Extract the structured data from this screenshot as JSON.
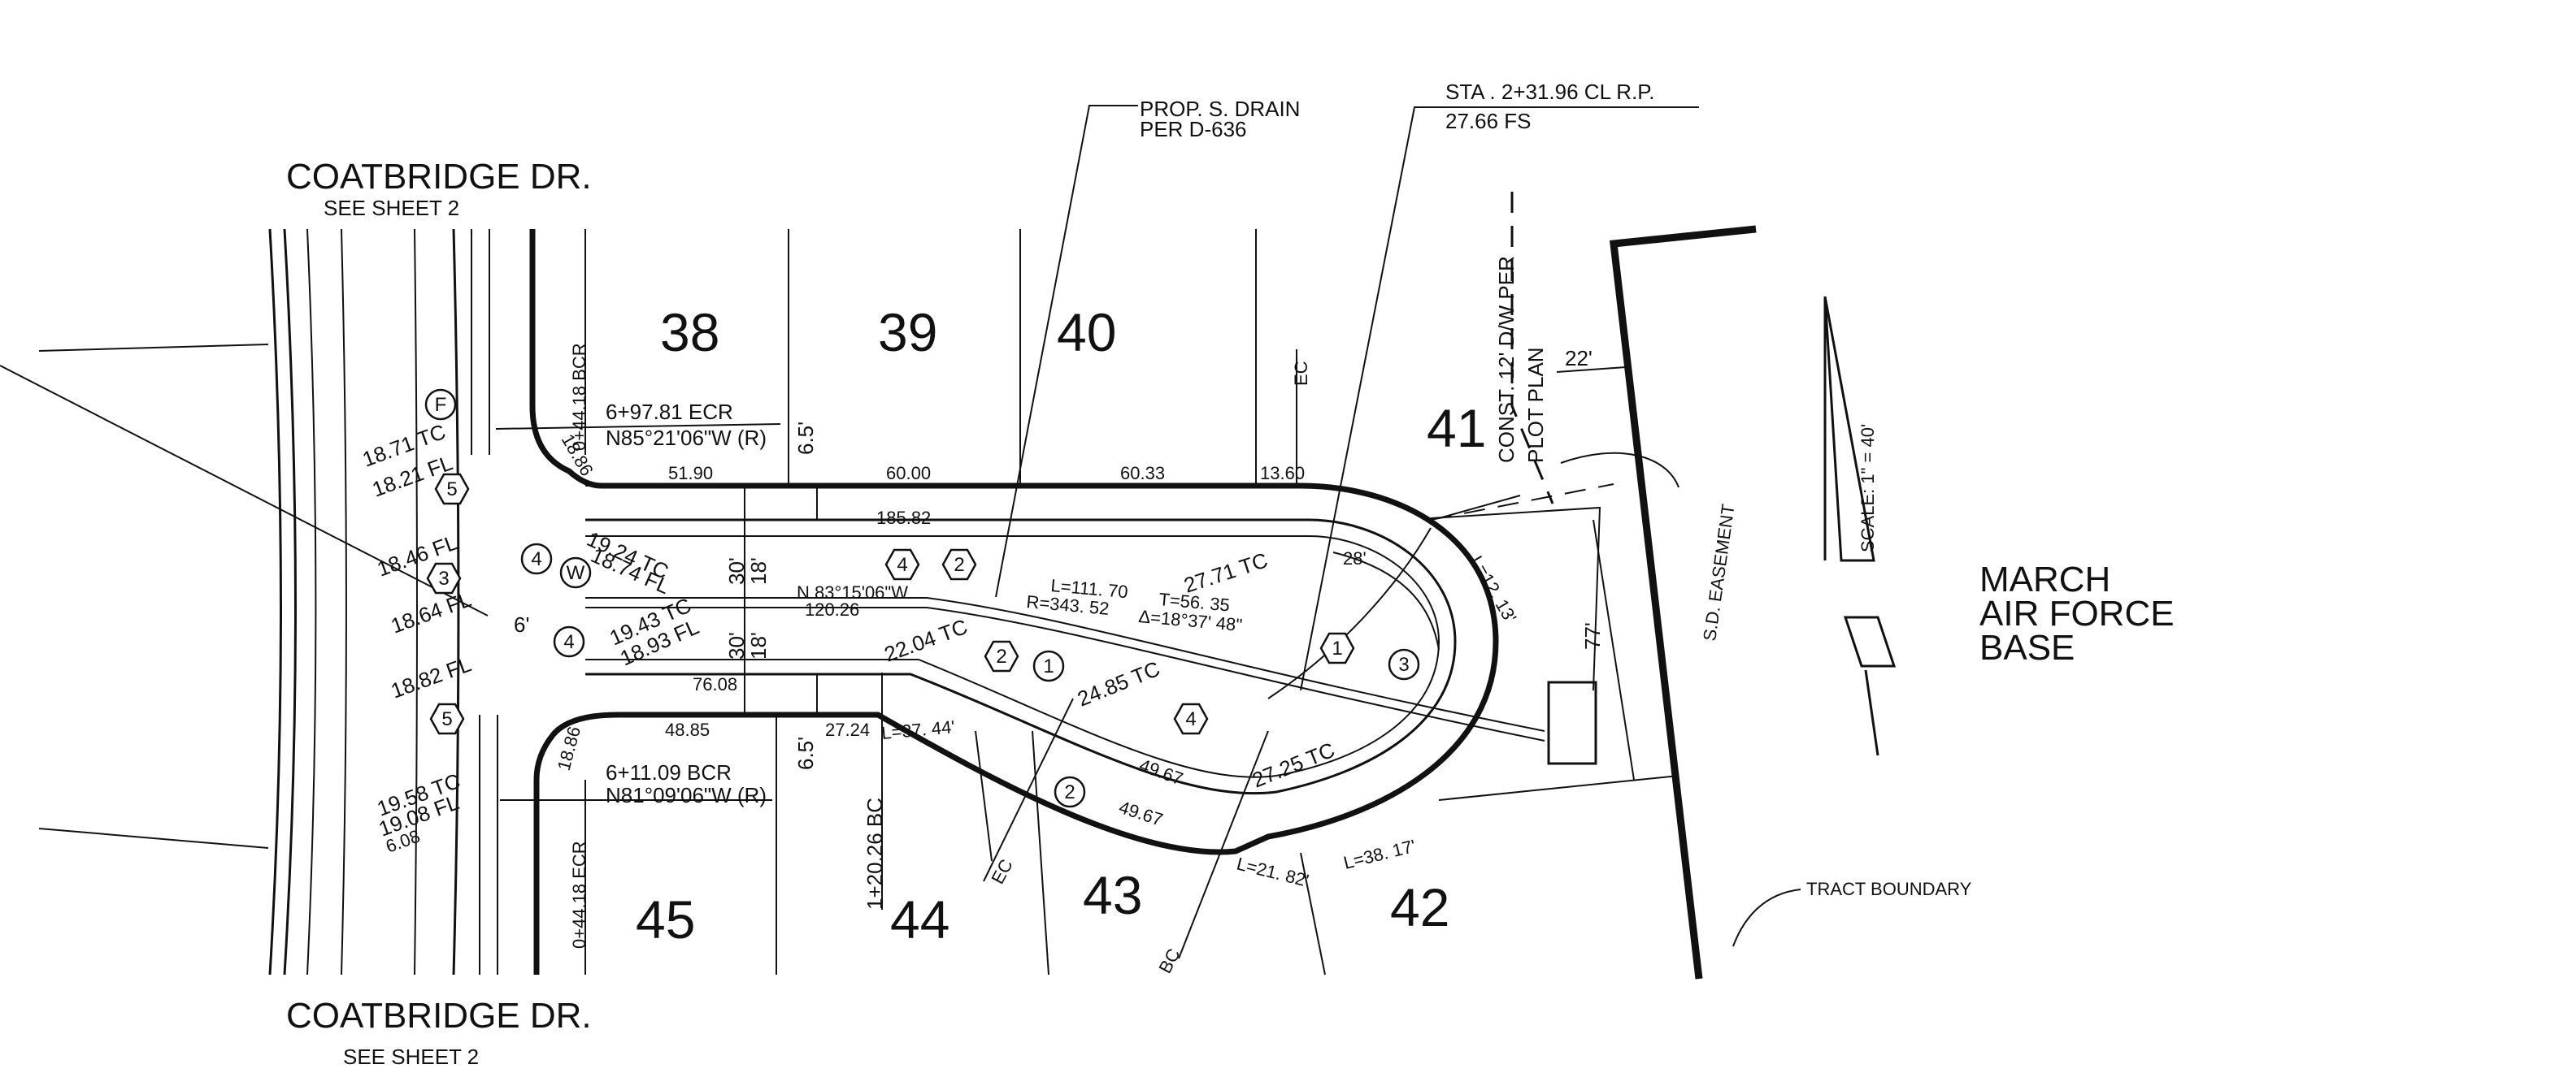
{
  "streets": {
    "top_name": "COATBRIDGE DR.",
    "top_ref": "SEE SHEET 2",
    "bottom_name": "COATBRIDGE DR.",
    "bottom_ref": "SEE SHEET 2"
  },
  "lots": [
    "38",
    "39",
    "40",
    "41",
    "42",
    "43",
    "44",
    "45"
  ],
  "callouts": {
    "drain_line1": "PROP. S. DRAIN",
    "drain_line2": "PER D-636",
    "sta_line1": "STA . 2+31.96 CL R.P.",
    "sta_line2": "27.66 FS",
    "dw_line1": "CONST. 12' D/W PER",
    "dw_line2": "PLOT PLAN",
    "dw_width": "22'",
    "easement": "S.D. EASEMENT",
    "tract_boundary": "TRACT BOUNDARY",
    "ec_top": "EC",
    "ec_bottom": "EC",
    "bc_bottom": "BC",
    "base_line1": "MARCH",
    "base_line2": "AIR FORCE",
    "base_line3": "BASE",
    "scale": "SCALE: 1\" = 40'"
  },
  "stations": {
    "bcr_top": "0+44.18 BCR",
    "ecr_bottom": "0+44.18 ECR",
    "ecr_top": "6+97.81 ECR",
    "bearing_top": "N85°21'06\"W (R)",
    "bcr_bottom": "6+11.09 BCR",
    "bearing_bottom": "N81°09'06\"W (R)",
    "bc_station": "1+20.26 BC",
    "centerline_bearing": "N 83°15'06\"W",
    "centerline_length": "120.26"
  },
  "curve": {
    "length": "L=111. 70",
    "radius": "R=343. 52",
    "tangent": "T=56. 35",
    "delta": "Δ=18°37' 48\""
  },
  "elevations": {
    "tc_1871": "18.71 TC",
    "fl_1821": "18.21 FL",
    "fl_1846": "18.46 FL",
    "fl_1864": "18.64 FL",
    "fl_1882": "18.82 FL",
    "tc_1958": "19.58 TC",
    "fl_1908": "19.08 FL",
    "tc_1924": "19.24 TC",
    "fl_1874": "18.74 FL",
    "tc_1943": "19.43 TC",
    "fl_1893": "18.93 FL",
    "tc_2204": "22.04 TC",
    "tc_2485": "24.85 TC",
    "tc_2725": "27.25 TC",
    "tc_2771": "27.71 TC"
  },
  "dimensions": {
    "north_lot_38": "51.90",
    "north_lot_39": "60.00",
    "north_lot_40": "60.33",
    "north_tangent": "13.60",
    "north_curb_len": "185.82",
    "south_curb_len": "76.08",
    "south_lot_45": "48.85",
    "south_lot_44": "27.24",
    "arc_4967a": "49.67",
    "arc_4967b": "49.67",
    "arc_3744": "L=37. 44'",
    "arc_2182": "L=21. 82'",
    "arc_3817": "L=38. 17'",
    "arc_1213": "L=12. 13'",
    "rw_30_top": "30'",
    "rw_30_bottom": "30'",
    "rw_18_top": "18'",
    "rw_18_bottom": "18'",
    "sw_65_top": "6.5'",
    "sw_65_bottom": "6.5'",
    "corner_1886_top": "18.86",
    "corner_1886_bottom": "18.86",
    "six_ft": "6'",
    "six08": "6.08",
    "radius_28": "28'",
    "dist_77": "77'"
  },
  "symbols": {
    "hex_5a": "5",
    "hex_3": "3",
    "hex_5b": "5",
    "hex_4a": "4",
    "hex_2a": "2",
    "hex_2b": "2",
    "hex_4b": "4",
    "hex_1": "1",
    "circ_f": "F",
    "circ_4a": "4",
    "circ_w": "W",
    "circ_4b": "4",
    "circ_1": "1",
    "circ_2": "2",
    "circ_3": "3"
  }
}
